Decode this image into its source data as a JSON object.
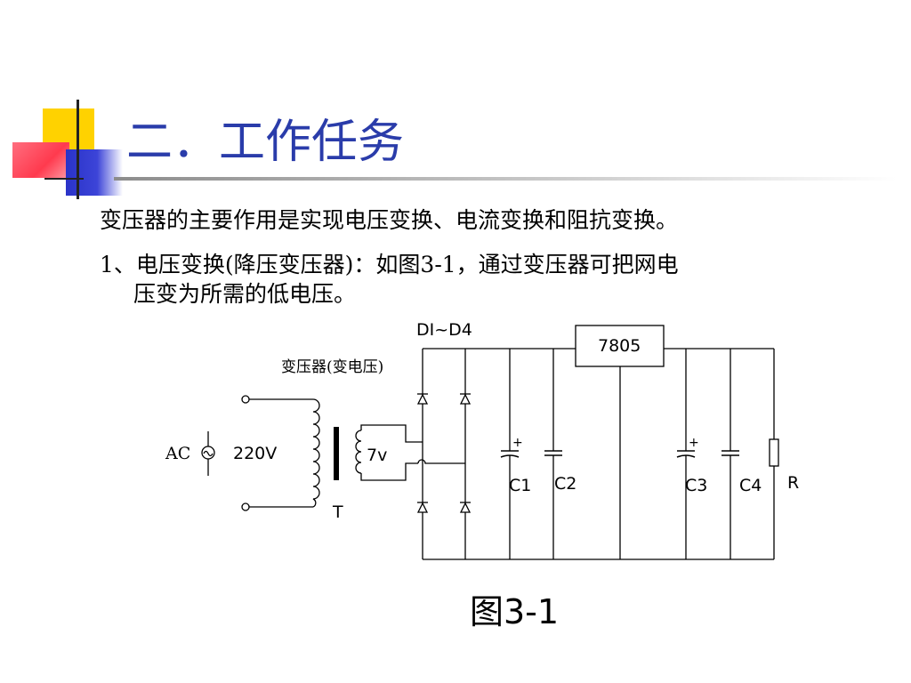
{
  "title": "二．工作任务",
  "intro": "变压器的主要作用是实现电压变换、电流变换和阻抗变换。",
  "item1": {
    "line1": "1、电压变换(降压变压器)：如图3-1，通过变压器可把网电",
    "line2": "压变为所需的低电压。"
  },
  "circuit": {
    "transformer_label": "变压器(变电压)",
    "ac_label": "AC",
    "input_voltage": "220V",
    "output_voltage": "7v",
    "transformer_id": "T",
    "diodes_label": "DI~D4",
    "regulator": "7805",
    "c1": "C1",
    "c2": "C2",
    "c3": "C3",
    "c4": "C4",
    "resistor": "R",
    "plus_sign": "+"
  },
  "caption": "图3-1",
  "colors": {
    "title": "#2a3caa",
    "yellow": "#ffd200",
    "red": "#ff3a4e",
    "blue": "#2a33c8"
  }
}
